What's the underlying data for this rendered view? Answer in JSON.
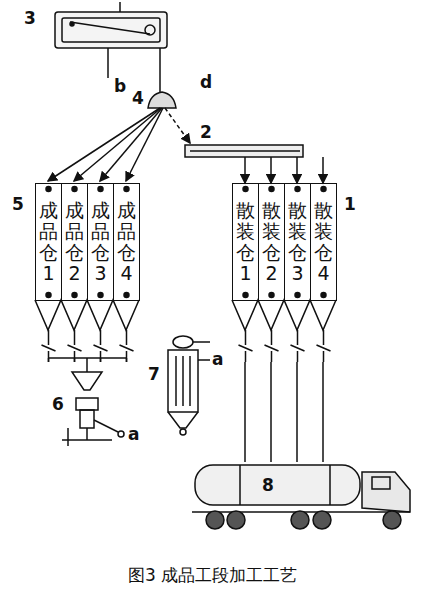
{
  "diagram": {
    "caption": "图3 成品工段加工工艺",
    "nodes": [
      {
        "text": [
          "成品仓1"
        ]
      },
      {
        "text": [
          "成品仓2"
        ]
      },
      {
        "text": [
          "成品仓3"
        ]
      },
      {
        "text": [
          "成品仓4"
        ]
      },
      {
        "text": [
          "散装仓1"
        ]
      },
      {
        "text": [
          "散装仓2"
        ]
      },
      {
        "text": [
          "散装仓3"
        ]
      },
      {
        "text": [
          "散装仓4"
        ]
      }
    ],
    "labels": [
      "3",
      "b",
      "d",
      "4",
      "2",
      "5",
      "1",
      "6",
      "a",
      "7",
      "a",
      "8"
    ]
  }
}
